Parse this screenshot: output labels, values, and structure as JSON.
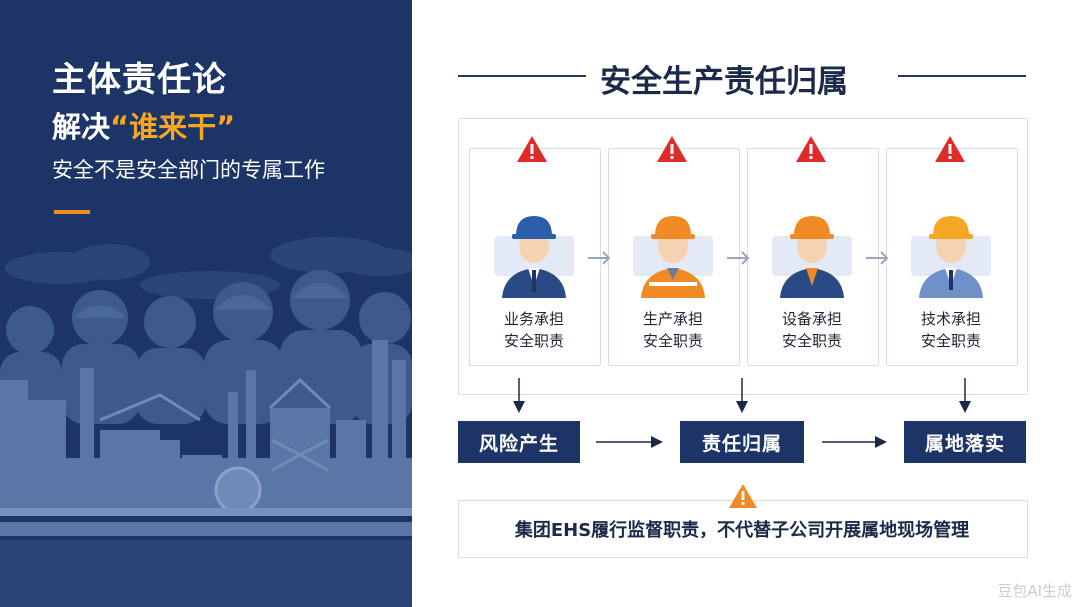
{
  "left_panel": {
    "title_line1": "主体责任论",
    "title_line2_prefix": "解决",
    "title_line2_highlight": "“谁来干”",
    "subtitle": "安全不是安全部门的专属工作",
    "bg_color": "#1c3566",
    "accent_color": "#f5a623"
  },
  "right_panel": {
    "title": "安全生产责任归属",
    "cards": [
      {
        "line1": "业务承担",
        "line2": "安全职责",
        "helmet_color": "#2b5ea8",
        "vest_color": "#2a4a86",
        "icon": "worker-blue-helmet-icon"
      },
      {
        "line1": "生产承担",
        "line2": "安全职责",
        "helmet_color": "#f08a24",
        "vest_color": "#f08a24",
        "icon": "worker-orange-vest-icon"
      },
      {
        "line1": "设备承担",
        "line2": "安全职责",
        "helmet_color": "#f08a24",
        "vest_color": "#2a4a86",
        "icon": "worker-orange-helmet-icon"
      },
      {
        "line1": "技术承担",
        "line2": "安全职责",
        "helmet_color": "#f5a623",
        "vest_color": "#6f90c8",
        "icon": "worker-engineer-icon"
      }
    ],
    "flow": [
      "风险产生",
      "责任归属",
      "属地落实"
    ],
    "note": "集团EHS履行监督职责，不代替子公司开展属地现场管理",
    "warning_color": "#e02b2b",
    "note_warning_color": "#f08a24"
  },
  "watermark": "豆包AI生成"
}
